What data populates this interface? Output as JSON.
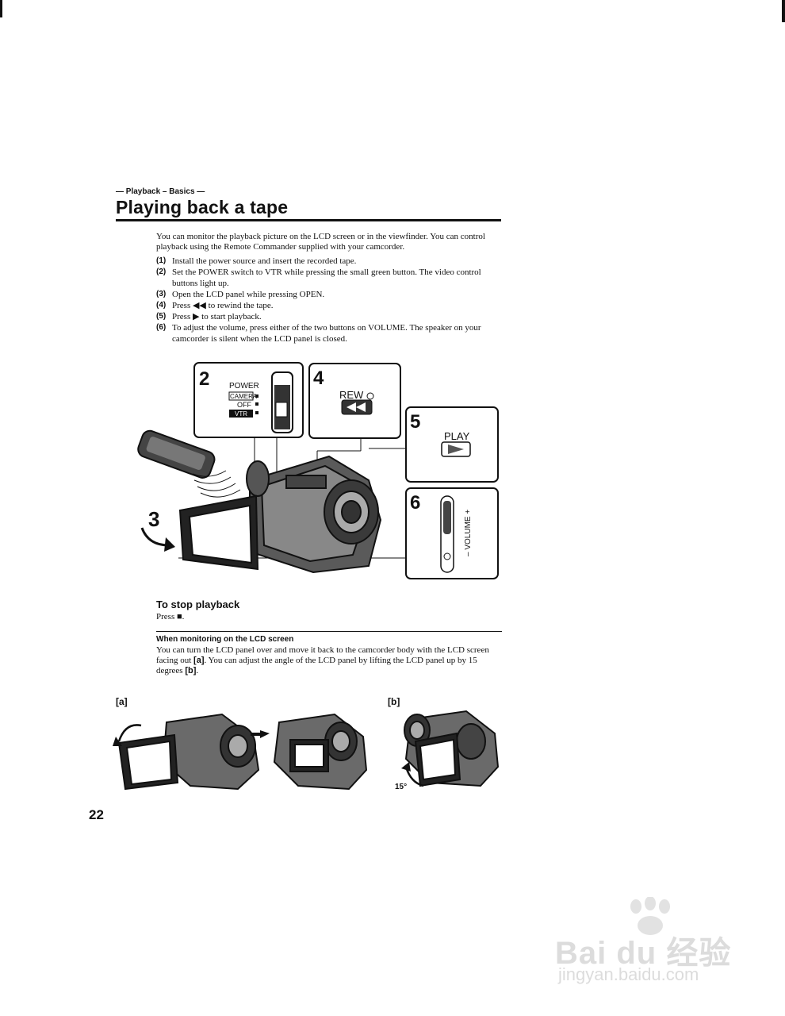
{
  "header": {
    "section_tag": "— Playback – Basics —",
    "title": "Playing back a tape"
  },
  "intro": "You can monitor the playback picture on the LCD screen or in the viewfinder. You can control playback using the Remote Commander supplied with your camcorder.",
  "steps": [
    {
      "num": "(1)",
      "text": "Install the power source and insert the recorded tape."
    },
    {
      "num": "(2)",
      "text": "Set the POWER switch to VTR while pressing the small green button. The video control buttons light up."
    },
    {
      "num": "(3)",
      "text": "Open the LCD panel while pressing OPEN."
    },
    {
      "num": "(4)",
      "text": "Press ◀◀ to rewind the tape."
    },
    {
      "num": "(5)",
      "text": "Press ▶ to start playback."
    },
    {
      "num": "(6)",
      "text": "To adjust the volume, press either of the two buttons on VOLUME. The speaker on your camcorder is silent when the LCD panel is closed."
    }
  ],
  "figure": {
    "step_2": "2",
    "power_label": "POWER",
    "camera_label": "CAMERA",
    "off_label": "OFF",
    "vtr_label": "VTR",
    "step_4": "4",
    "rew_label": "REW",
    "step_5": "5",
    "play_label": "PLAY",
    "step_6": "6",
    "volume_label": "– VOLUME +",
    "step_3": "3"
  },
  "stop": {
    "title": "To stop playback",
    "body": "Press ■."
  },
  "lcd": {
    "title": "When monitoring on the LCD screen",
    "body_1": "You can turn the LCD panel over and move it back to the camcorder body with the LCD screen facing out ",
    "ref_a": "[a]",
    "body_2": ". You can adjust the angle of the LCD panel by lifting the LCD panel up by 15 degrees ",
    "ref_b": "[b]",
    "body_3": "."
  },
  "figure_a_label": "[a]",
  "figure_b_label": "[b]",
  "angle_label": "15°",
  "page_number": "22",
  "watermark": {
    "main": "Bai du 经验",
    "sub": "jingyan.baidu.com"
  }
}
